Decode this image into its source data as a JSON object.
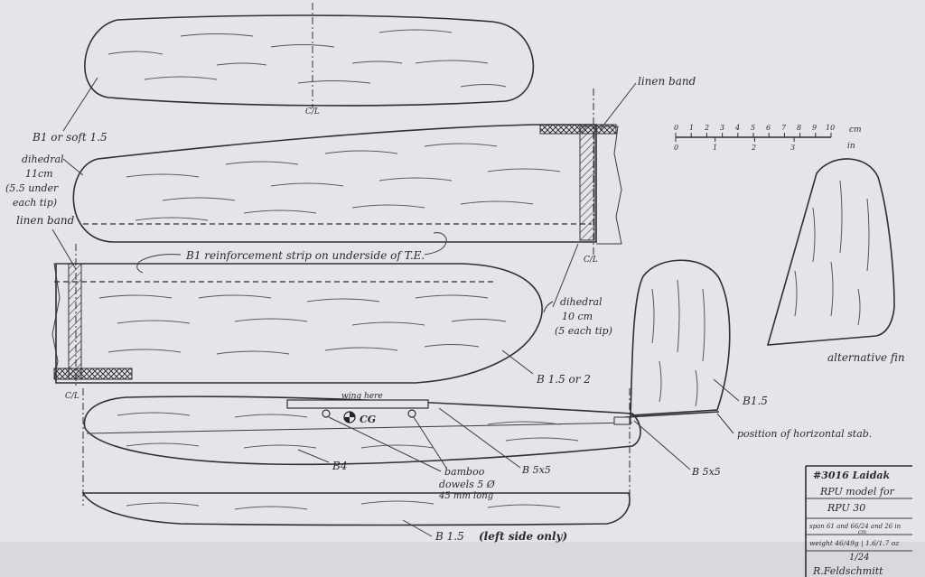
{
  "plan": {
    "title": "#3016 Laidak",
    "subtitle": "RPU model for",
    "engine": "RPU 30",
    "span": "span 61 and 66/24 and 26 in",
    "span_unit": "cm",
    "weight": "weight 46/49g | 1.6/1.7 oz",
    "scale": "1/24",
    "signature": "R.Feldschmitt"
  },
  "scale_bar": {
    "cm_ticks": [
      "0",
      "1",
      "2",
      "3",
      "4",
      "5",
      "6",
      "7",
      "8",
      "9",
      "10"
    ],
    "cm_unit": "cm",
    "in_ticks": [
      "0",
      "1",
      "2",
      "3"
    ],
    "in_unit": "in"
  },
  "labels": {
    "centerline": "C/L",
    "stab_material": "B1 or soft 1.5",
    "linen_band_top": "linen band",
    "linen_band_left": "linen band",
    "dihedral_left_1": "dihedral",
    "dihedral_left_2": "11cm",
    "dihedral_left_3": "(5.5 under",
    "dihedral_left_4": "each tip)",
    "reinforcement": "B1 reinforcement strip on underside of T.E.",
    "dihedral_right_1": "dihedral",
    "dihedral_right_2": "10 cm",
    "dihedral_right_3": "(5 each tip)",
    "wing_material": "B 1.5 or 2",
    "wing_here": "wing here",
    "cg": "CG",
    "fuselage_core": "B4",
    "dowels_1": "bamboo",
    "dowels_2": "dowels 5 Ø",
    "dowels_3": "45 mm long",
    "spar": "B 5x5",
    "fin_material": "B1.5",
    "stab_position": "position of horizontal stab.",
    "fin_spar": "B 5x5",
    "alt_fin": "alternative fin",
    "side_doubler": "B 1.5",
    "left_only": "(left side only)"
  }
}
